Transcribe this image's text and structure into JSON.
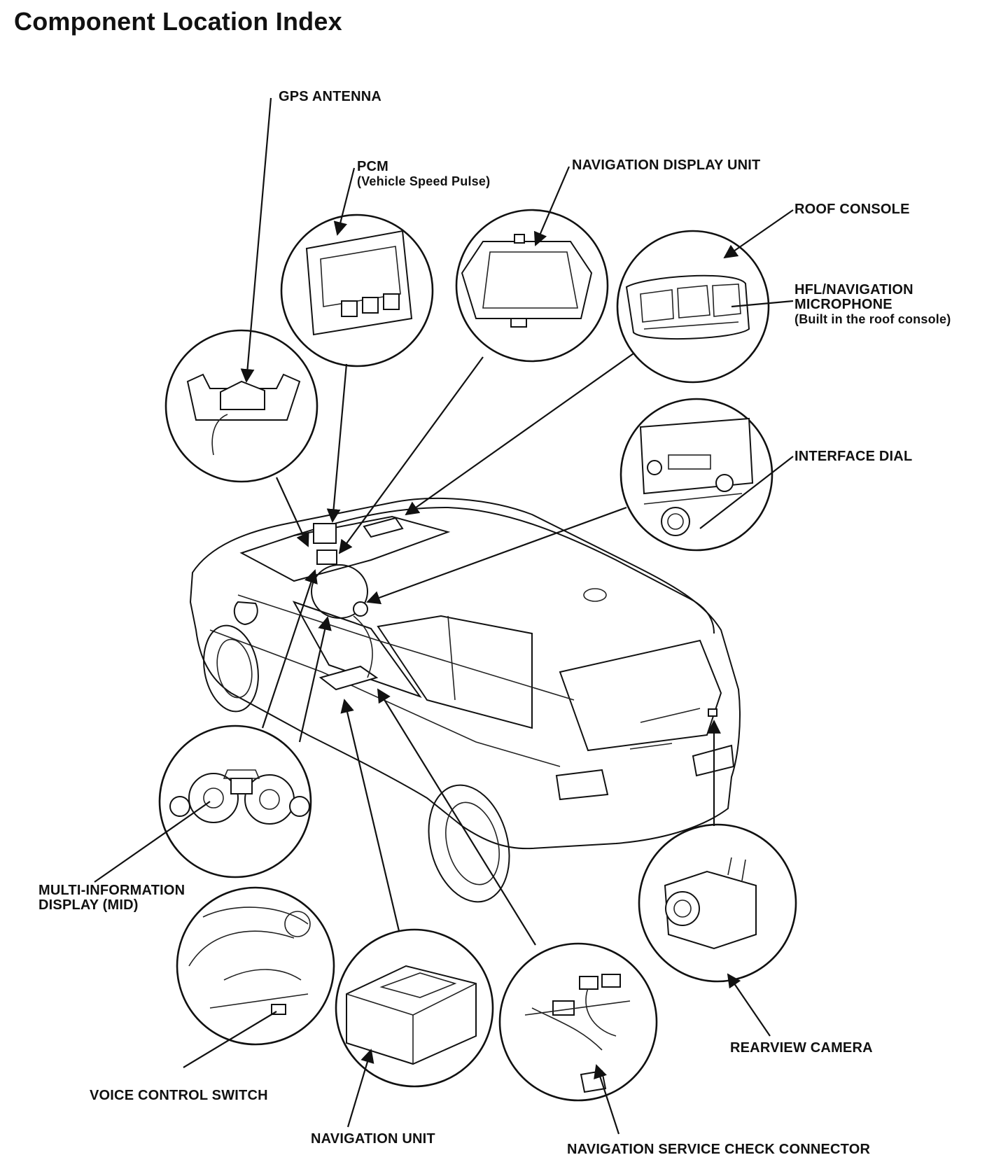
{
  "title": "Component Location Index",
  "components": [
    {
      "id": "gps_antenna",
      "label": "GPS ANTENNA",
      "icon": "gps-antenna-icon"
    },
    {
      "id": "pcm",
      "label": "PCM",
      "sublabel": "(Vehicle Speed Pulse)",
      "icon": "pcm-module-icon"
    },
    {
      "id": "navigation_display_unit",
      "label": "NAVIGATION DISPLAY UNIT",
      "icon": "display-unit-icon"
    },
    {
      "id": "roof_console",
      "label": "ROOF CONSOLE",
      "icon": "roof-console-icon"
    },
    {
      "id": "hfl_navigation_microphone",
      "label": "HFL/NAVIGATION",
      "label_line2": "MICROPHONE",
      "sublabel": "(Built in the roof console)",
      "icon": "microphone-icon"
    },
    {
      "id": "interface_dial",
      "label": "INTERFACE DIAL",
      "icon": "interface-dial-icon"
    },
    {
      "id": "multi_information_display",
      "label": "MULTI-INFORMATION",
      "label_line2": "DISPLAY (MID)",
      "icon": "gauge-cluster-icon"
    },
    {
      "id": "voice_control_switch",
      "label": "VOICE CONTROL SWITCH",
      "icon": "steering-switch-icon"
    },
    {
      "id": "navigation_unit",
      "label": "NAVIGATION UNIT",
      "icon": "navigation-unit-icon"
    },
    {
      "id": "navigation_service_check_connector",
      "label": "NAVIGATION SERVICE CHECK CONNECTOR",
      "icon": "connector-icon"
    },
    {
      "id": "rearview_camera",
      "label": "REARVIEW CAMERA",
      "icon": "camera-icon"
    }
  ]
}
